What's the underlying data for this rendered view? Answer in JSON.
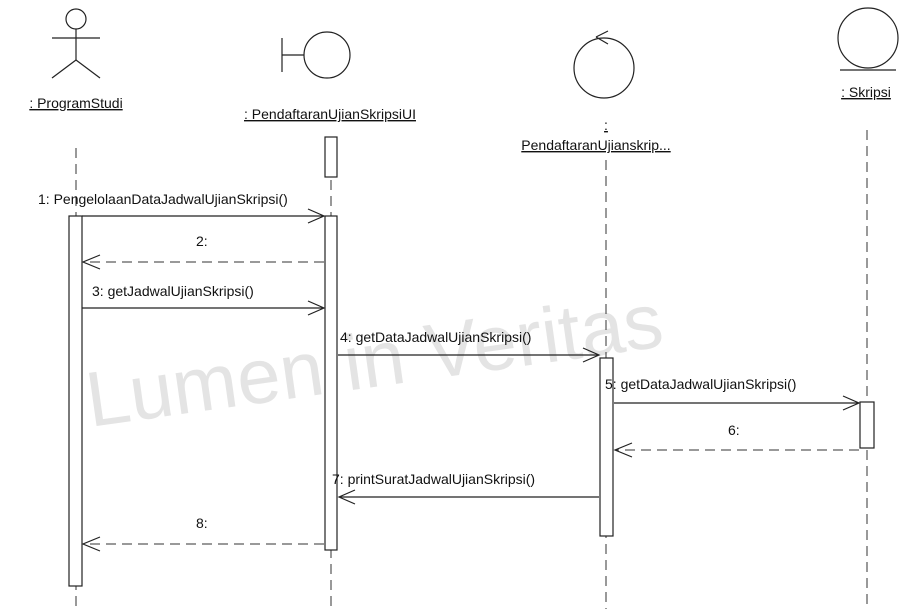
{
  "diagram_type": "UML sequence diagram",
  "watermark": "Lumen in Veritas",
  "lifelines": [
    {
      "id": "programstudi",
      "label": ": ProgramStudi",
      "kind": "actor"
    },
    {
      "id": "ui",
      "label": ": PendaftaranUjianSkripsiUI",
      "kind": "boundary"
    },
    {
      "id": "ctrl",
      "label_prefix": ":",
      "label": "PendaftaranUjianskrip...",
      "kind": "control"
    },
    {
      "id": "skripsi",
      "label": ": Skripsi",
      "kind": "entity"
    }
  ],
  "messages": [
    {
      "n": 1,
      "label": "1: PengelolaanDataJadwalUjianSkripsi()",
      "from": "programstudi",
      "to": "ui",
      "type": "call"
    },
    {
      "n": 2,
      "label": "2:",
      "from": "ui",
      "to": "programstudi",
      "type": "return"
    },
    {
      "n": 3,
      "label": "3: getJadwalUjianSkripsi()",
      "from": "programstudi",
      "to": "ui",
      "type": "call"
    },
    {
      "n": 4,
      "label": "4: getDataJadwalUjianSkripsi()",
      "from": "ui",
      "to": "ctrl",
      "type": "call"
    },
    {
      "n": 5,
      "label": "5: getDataJadwalUjianSkripsi()",
      "from": "ctrl",
      "to": "skripsi",
      "type": "call"
    },
    {
      "n": 6,
      "label": "6:",
      "from": "skripsi",
      "to": "ctrl",
      "type": "return"
    },
    {
      "n": 7,
      "label": "7: printSuratJadwalUjianSkripsi()",
      "from": "ctrl",
      "to": "ui",
      "type": "call"
    },
    {
      "n": 8,
      "label": "8:",
      "from": "ui",
      "to": "programstudi",
      "type": "return"
    }
  ]
}
